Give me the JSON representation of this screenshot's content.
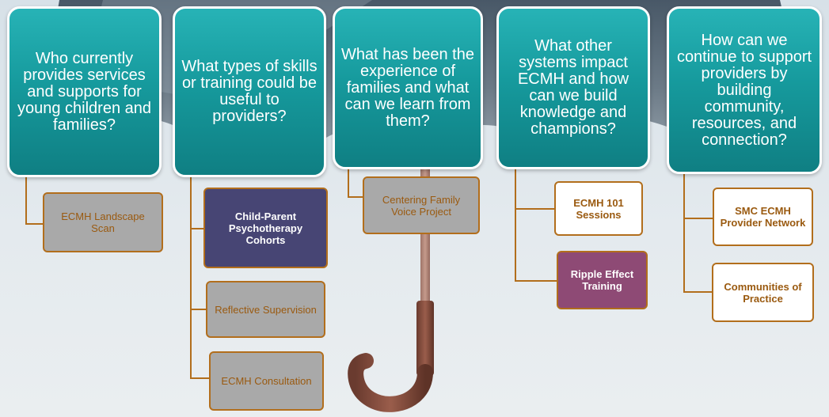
{
  "columns": [
    {
      "question": "Who currently provides services and supports for young children and families?",
      "items": [
        "ECMH Landscape Scan"
      ]
    },
    {
      "question": "What types of skills or training could be useful to providers?",
      "items": [
        "Child-Parent Psychotherapy Cohorts",
        "Reflective Supervision",
        "ECMH Consultation"
      ]
    },
    {
      "question": "What has been the experience of families and what can we learn from them?",
      "items": [
        "Centering Family Voice Project"
      ]
    },
    {
      "question": "What other systems impact ECMH and how can we build knowledge and champions?",
      "items": [
        "ECMH 101 Sessions",
        "Ripple Effect Training"
      ]
    },
    {
      "question": "How can we continue to support providers by building community, resources, and connection?",
      "items": [
        "SMC ECMH Provider Network",
        "Communities of Practice"
      ]
    }
  ],
  "colors": {
    "header_fill": "#169a9d",
    "connector": "#b26e1c",
    "gray_box": "#a9a9a9",
    "navy_box": "#474574",
    "plum_box": "#8e4a75",
    "white_box": "#ffffff"
  },
  "illustration": {
    "background_icon": "umbrella-icon"
  }
}
